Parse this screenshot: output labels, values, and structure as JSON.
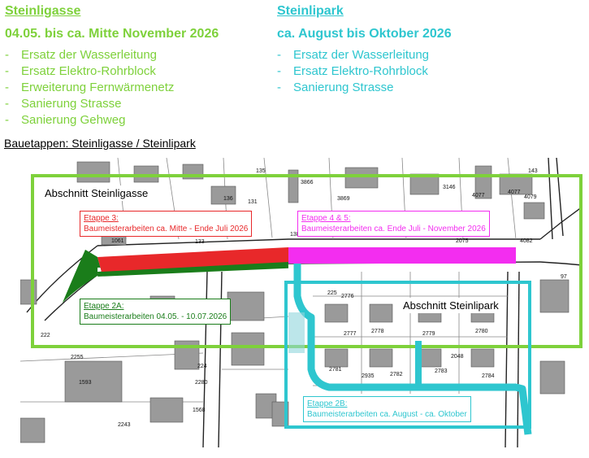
{
  "left_column": {
    "title": "Steinligasse",
    "dates": "04.05. bis ca. Mitte November 2026",
    "items": [
      "Ersatz der Wasserleitung",
      "Ersatz Elektro-Rohrblock",
      "Erweiterung Fernwärmenetz",
      "Sanierung Strasse",
      "Sanierung Gehweg"
    ],
    "color": "#7ed13b"
  },
  "right_column": {
    "title": "Steinlipark",
    "dates": "ca. August bis Oktober 2026",
    "items": [
      "Ersatz der Wasserleitung",
      "Ersatz Elektro-Rohrblock",
      "Sanierung Strasse"
    ],
    "color": "#2ec6cf"
  },
  "map": {
    "heading": "Bauetappen: Steinligasse / Steinlipark",
    "section_steinligasse": "Abschnitt Steinligasse",
    "section_steinlipark": "Abschnitt Steinlipark",
    "etappe3": {
      "title": "Etappe 3:",
      "text": "Baumeisterarbeiten ca. Mitte - Ende Juli 2026",
      "color": "#e8282a"
    },
    "etappe45": {
      "title": "Etappe 4 & 5:",
      "text": "Baumeisterarbeiten ca. Ende Juli - November 2026",
      "color": "#f32df0"
    },
    "etappe2a": {
      "title": "Etappe 2A:",
      "text": "Baumeisterarbeiten 04.05. - 10.07.2026",
      "color": "#1a7d1a"
    },
    "etappe2b": {
      "title": "Etappe 2B:",
      "text": "Baumeisterarbeiten ca. August - ca. Oktober",
      "color": "#2ec6cf"
    },
    "parcel_numbers": [
      "135",
      "136",
      "131",
      "133",
      "3866",
      "3869",
      "138",
      "3146",
      "4077",
      "4077",
      "4079",
      "2075",
      "4082",
      "143",
      "1061",
      "2255",
      "224",
      "2280",
      "225",
      "2776",
      "2777",
      "2778",
      "2779",
      "2780",
      "2781",
      "2782",
      "2783",
      "2784",
      "2935",
      "2048",
      "1593",
      "1568",
      "2243",
      "222",
      "97"
    ]
  }
}
